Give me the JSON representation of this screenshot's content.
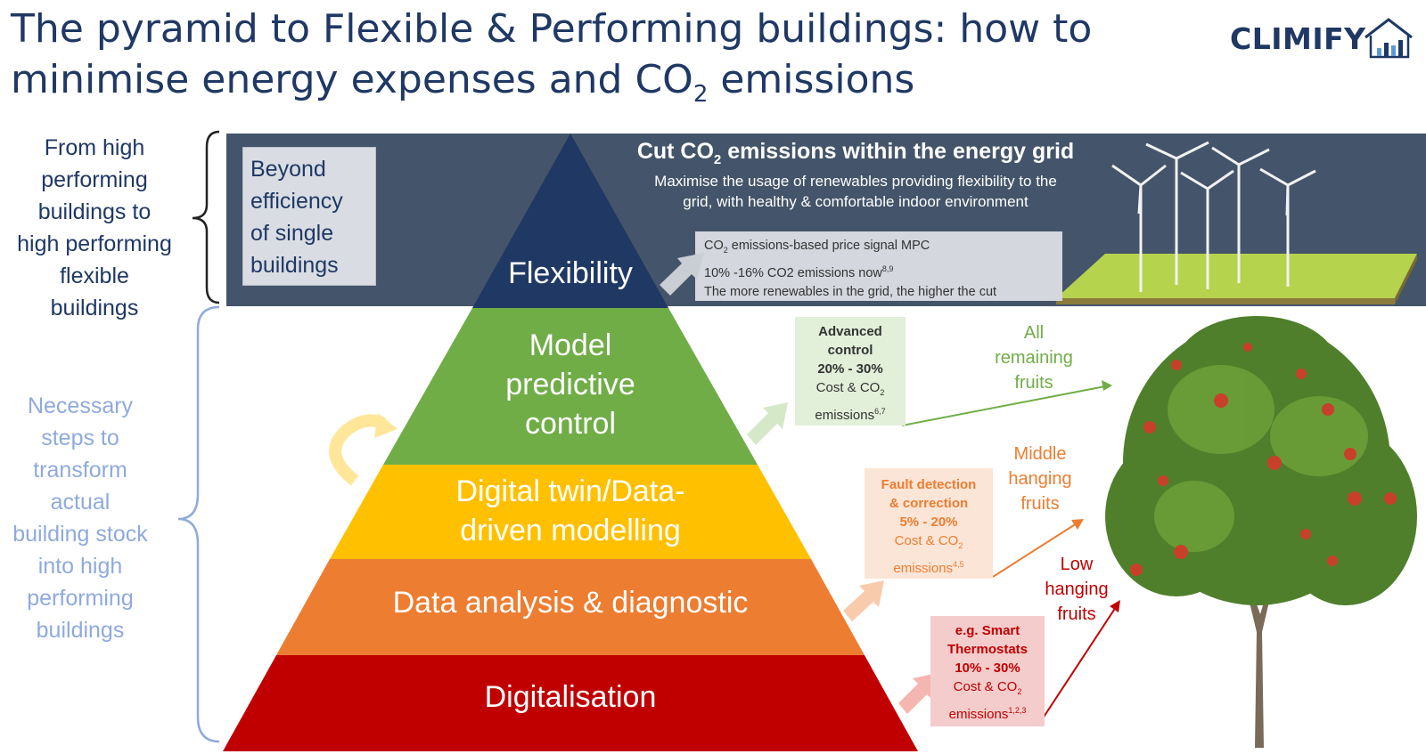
{
  "title": {
    "line1": "The pyramid to Flexible & Performing buildings: how to",
    "line2_pre": "minimise energy expenses and CO",
    "line2_sub": "2",
    "line2_post": " emissions"
  },
  "logo": {
    "text": "CLIMIFY"
  },
  "left_labels": {
    "top": [
      "From high",
      "performing",
      "buildings to",
      "high performing",
      "flexible",
      "buildings"
    ],
    "bottom": [
      "Necessary",
      "steps to",
      "transform",
      "actual",
      "building stock",
      "into high",
      "performing",
      "buildings"
    ]
  },
  "banner": {
    "beyond": [
      "Beyond",
      "efficiency",
      "of single",
      "buildings"
    ],
    "cut_title_pre": "Cut CO",
    "cut_title_sub": "2",
    "cut_title_post": " emissions within the energy grid",
    "cut_sub_1": "Maximise the usage of renewables providing flexibility to the",
    "cut_sub_2": "grid, with healthy & comfortable indoor environment",
    "mpc_1_pre": "CO",
    "mpc_1_sub": "2",
    "mpc_1_post": " emissions-based price signal MPC",
    "mpc_2_pre": "10% -16% CO2 emissions now",
    "mpc_2_sup": "8,9",
    "mpc_3": "The more renewables in the grid, the higher the cut"
  },
  "pyramid": {
    "flexibility": "Flexibility",
    "mpc": [
      "Model",
      "predictive",
      "control"
    ],
    "twin": [
      "Digital twin/Data-",
      "driven modelling"
    ],
    "analysis": "Data analysis & diagnostic",
    "digitalisation": "Digitalisation"
  },
  "boxes": {
    "advanced": {
      "t1": "Advanced",
      "t2": "control",
      "pct": "20% - 30%",
      "c_pre": "Cost & CO",
      "c_sub": "2",
      "e": "emissions",
      "sup": "6,7"
    },
    "fault": {
      "t1": "Fault detection",
      "t2": "& correction",
      "pct": "5% - 20%",
      "c_pre": "Cost & CO",
      "c_sub": "2",
      "e": "emissions",
      "sup": "4,5"
    },
    "smart": {
      "t1": "e.g. Smart",
      "t2": "Thermostats",
      "pct": "10% - 30%",
      "c_pre": "Cost & CO",
      "c_sub": "2",
      "e": "emissions",
      "sup": "1,2,3"
    }
  },
  "fruits": {
    "all": [
      "All",
      "remaining",
      "fruits"
    ],
    "middle": [
      "Middle",
      "hanging",
      "fruits"
    ],
    "low": [
      "Low",
      "hanging",
      "fruits"
    ]
  },
  "colors": {
    "navy": "#1f3864",
    "banner": "#44546a",
    "flexibility": "#203864",
    "mpc": "#70ad47",
    "twin": "#ffc000",
    "analysis": "#ed7d31",
    "digitalisation": "#c00000"
  }
}
